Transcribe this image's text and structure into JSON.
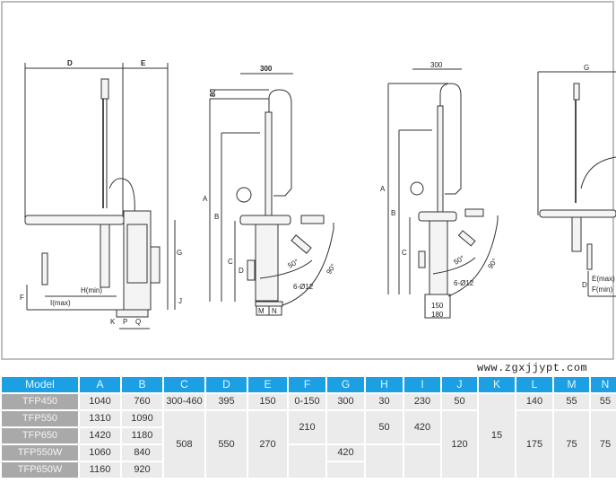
{
  "drawing": {
    "view1": {
      "D": "D",
      "E": "E",
      "F": "F",
      "G": "G",
      "I": "I(max)",
      "H": "H(min)",
      "J": "J",
      "K": "K",
      "P": "P",
      "Q": "Q"
    },
    "view2": {
      "dim_top": "300",
      "dim_80": "80",
      "A": "A",
      "B": "B",
      "C": "C",
      "D": "D",
      "angle1": "50°",
      "angle2": "90°",
      "hole": "6-Ø12",
      "M": "M",
      "N": "N"
    },
    "view3": {
      "dim_top": "300",
      "A": "A",
      "B": "B",
      "C": "C",
      "angle1": "50°",
      "angle2": "90°",
      "hole": "6-Ø12",
      "base1": "150",
      "base2": "180"
    },
    "view4": {
      "G": "G",
      "D": "D",
      "Emax": "E(max)",
      "Fmin": "F(min)"
    }
  },
  "table": {
    "headers": [
      "Model",
      "A",
      "B",
      "C",
      "D",
      "E",
      "F",
      "G",
      "H",
      "I",
      "J",
      "K",
      "L",
      "M",
      "N"
    ],
    "rows": [
      {
        "model": "TFP450",
        "A": "1040",
        "B": "760",
        "C": "300-460",
        "D": "395",
        "E": "150",
        "F": "0-150",
        "G": "300",
        "H": "30",
        "I": "230",
        "J": "50",
        "L": "140",
        "M": "55",
        "N": "55"
      },
      {
        "model": "TFP550",
        "A": "1310",
        "B": "1090"
      },
      {
        "model": "TFP650",
        "A": "1420",
        "B": "1180"
      },
      {
        "model": "TFP550W",
        "A": "1060",
        "B": "840"
      },
      {
        "model": "TFP650W",
        "A": "1160",
        "B": "920"
      }
    ],
    "merged": {
      "C": "508",
      "D": "550",
      "E": "270",
      "F": "210",
      "G": "420",
      "H": "50",
      "I": "420",
      "J": "120",
      "K": "15",
      "L": "175",
      "M": "75",
      "N": "75"
    }
  },
  "watermark": "www.zgxjjypt.com"
}
